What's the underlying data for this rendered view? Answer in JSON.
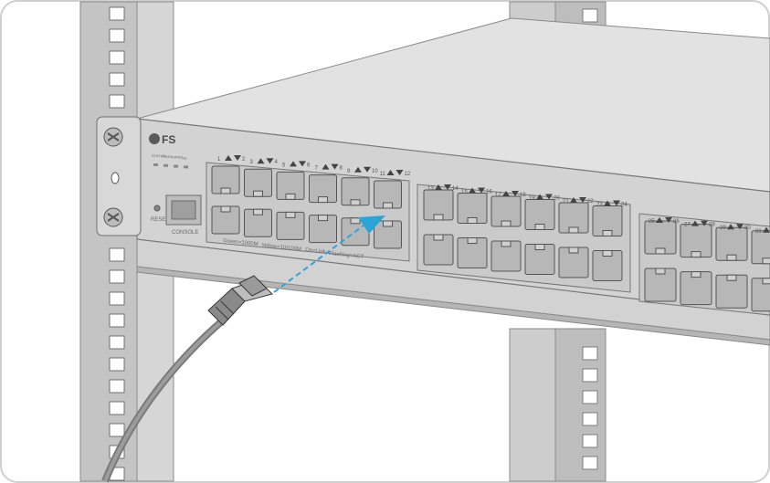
{
  "brand": {
    "logo_text": "FS",
    "logo_color": "#5a5a5a"
  },
  "panel": {
    "led_labels": [
      "STATUS",
      "PWR1",
      "PWR2",
      "SD"
    ],
    "reset_label": "RESET",
    "console_label": "CONSOLE",
    "legend_green": "Green=1000M",
    "legend_yellow": "Yellow=10/100M",
    "legend_on": "On=Link",
    "legend_flash": "Flashing=ACT"
  },
  "port_labels": [
    {
      "left": "1",
      "right": "2"
    },
    {
      "left": "3",
      "right": "4"
    },
    {
      "left": "5",
      "right": "6"
    },
    {
      "left": "7",
      "right": "8"
    },
    {
      "left": "9",
      "right": "10"
    },
    {
      "left": "11",
      "right": "12"
    },
    {
      "left": "13",
      "right": "14"
    },
    {
      "left": "15",
      "right": "16"
    },
    {
      "left": "17",
      "right": "18"
    },
    {
      "left": "19",
      "right": "20"
    },
    {
      "left": "21",
      "right": "22"
    },
    {
      "left": "23",
      "right": "24"
    },
    {
      "left": "25",
      "right": "26"
    },
    {
      "left": "27",
      "right": "28"
    },
    {
      "left": "29",
      "right": "30"
    },
    {
      "left": "31",
      "right": ""
    }
  ],
  "colors": {
    "rack": "#c9c9c9",
    "rack_dark": "#9a9a9a",
    "switch_top": "#dcdcdc",
    "switch_face": "#cfcfcf",
    "port_fill": "#b9b9b9",
    "cable": "#7a7a7a",
    "arrow": "#2aa5d8"
  }
}
